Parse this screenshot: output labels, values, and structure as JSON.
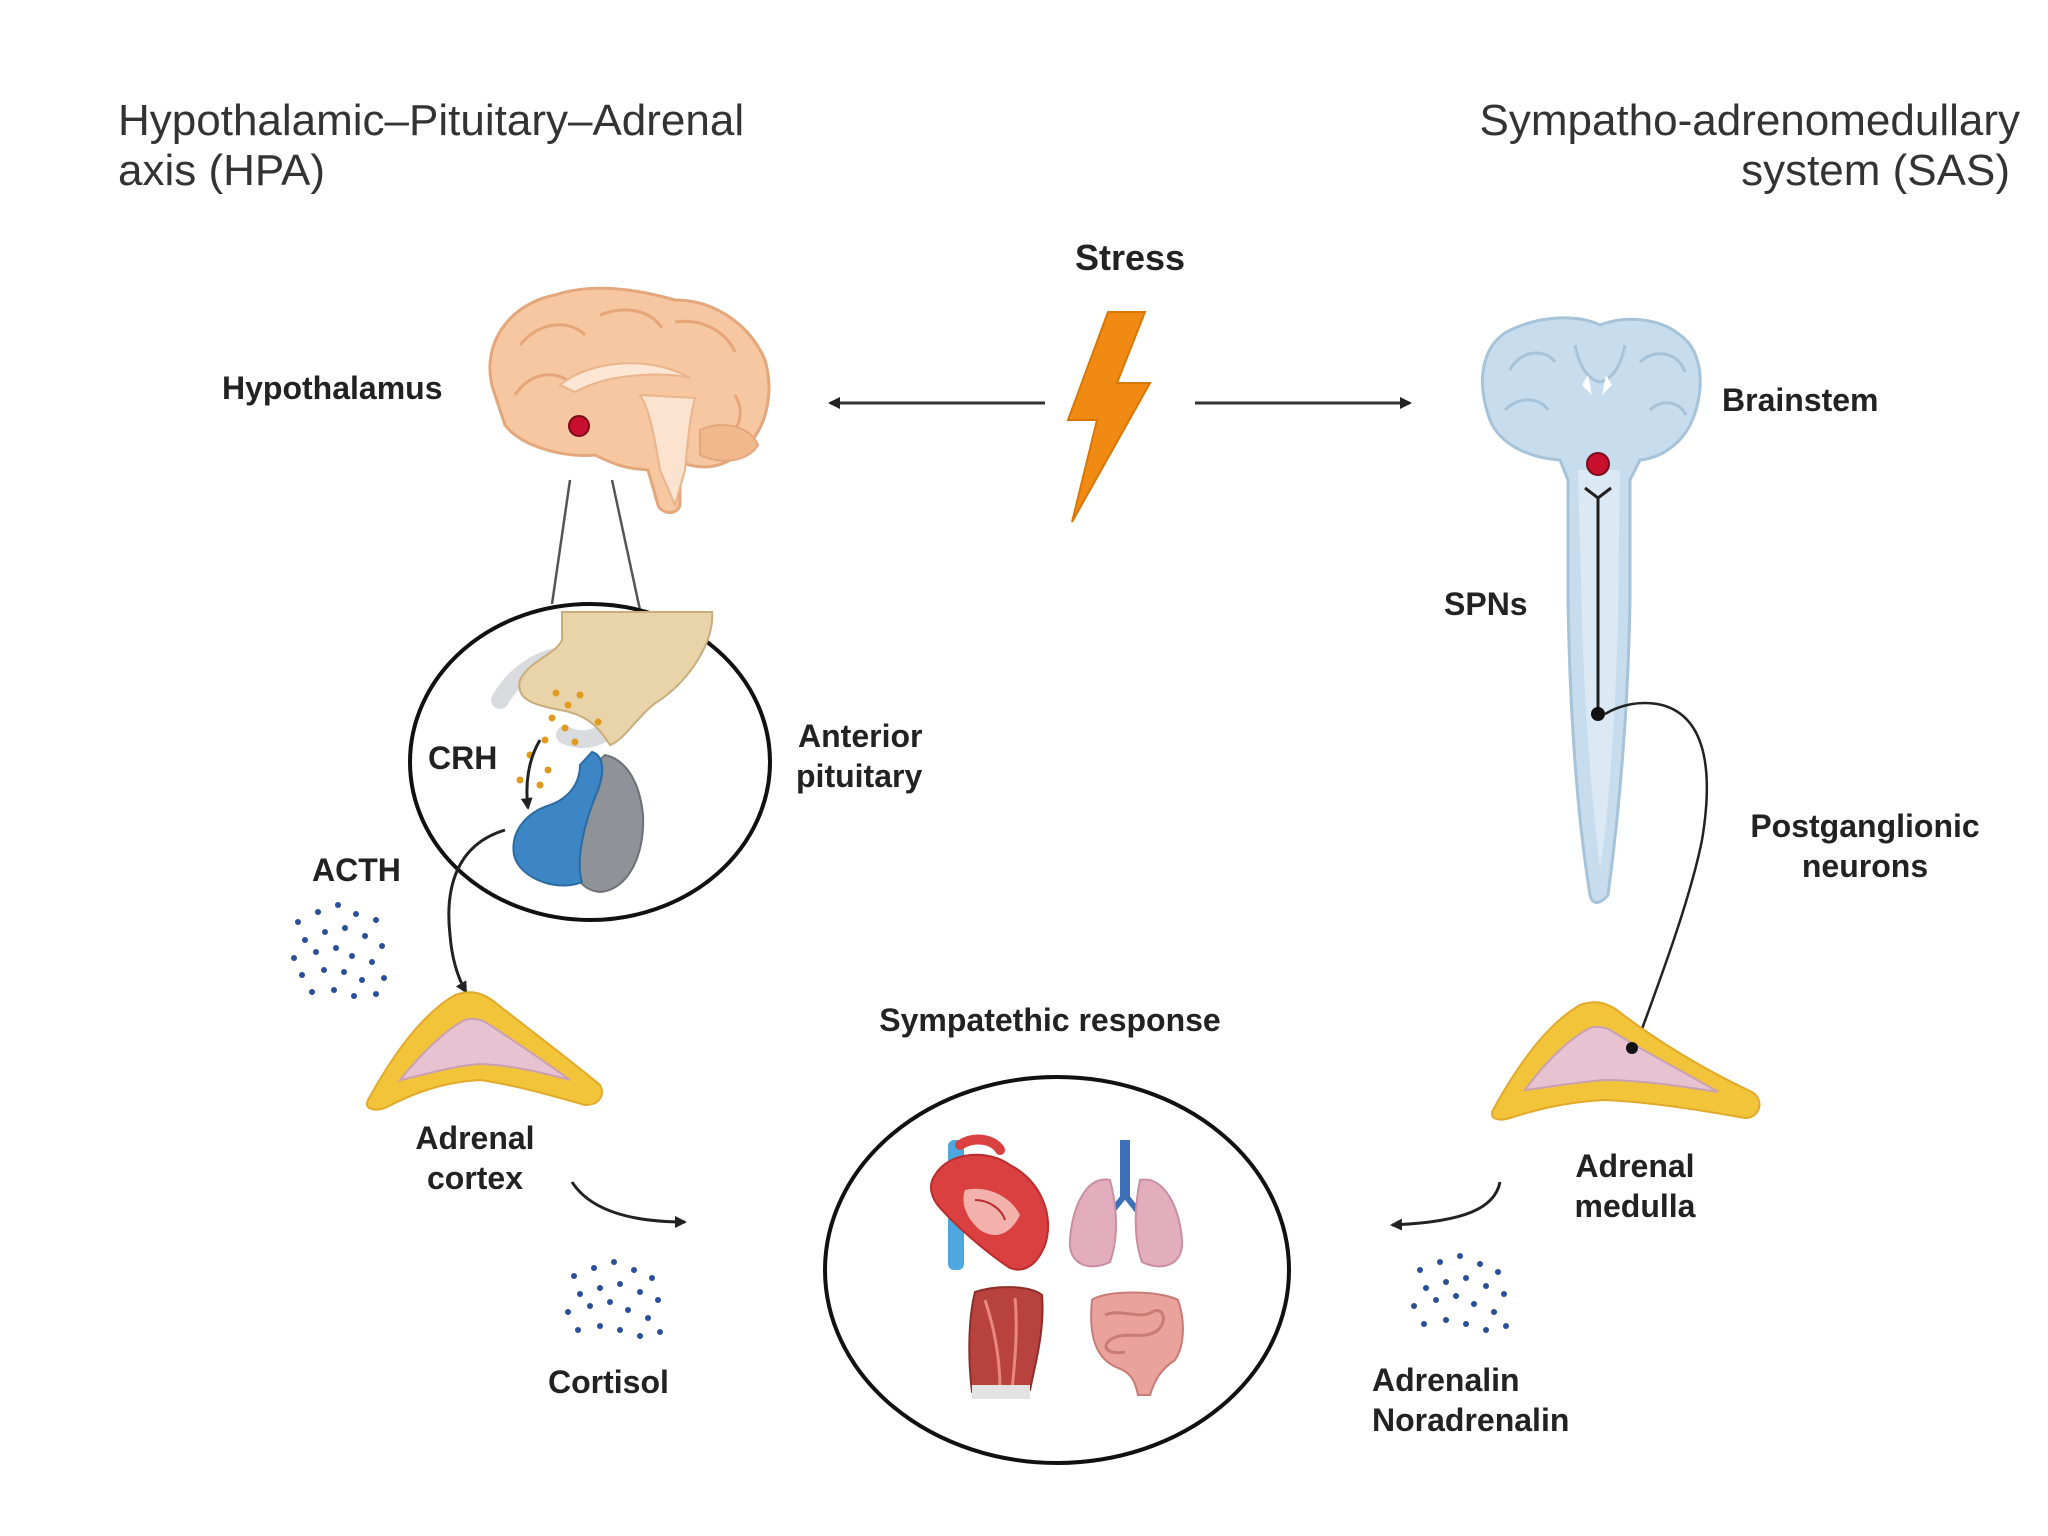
{
  "titles": {
    "hpa_line1": "Hypothalamic–Pituitary–Adrenal",
    "hpa_line2": "axis (HPA)",
    "sas_line1": "Sympatho-adrenomedullary",
    "sas_line2": "system (SAS)"
  },
  "labels": {
    "stress": "Stress",
    "hypothalamus": "Hypothalamus",
    "brainstem": "Brainstem",
    "crh": "CRH",
    "anterior_pituitary_line1": "Anterior",
    "anterior_pituitary_line2": "pituitary",
    "acth": "ACTH",
    "spns": "SPNs",
    "postganglionic_line1": "Postganglionic",
    "postganglionic_line2": "neurons",
    "sympathetic_response": "Sympatethic response",
    "adrenal_cortex_line1": "Adrenal",
    "adrenal_cortex_line2": "cortex",
    "adrenal_medulla_line1": "Adrenal",
    "adrenal_medulla_line2": "medulla",
    "cortisol": "Cortisol",
    "adrenalin": "Adrenalin",
    "noradrenalin": "Noradrenalin"
  },
  "colors": {
    "brain_hpa": "#f6c7a0",
    "brain_sas": "#c7dcec",
    "stress_bolt": "#f08a12",
    "hormone_dots": "#2a4f9a",
    "adrenal_outer": "#f2c43a",
    "adrenal_inner": "#e7c3d2",
    "pituitary_blue": "#3d86c6",
    "pituitary_grey": "#8f9296",
    "nucleus_red": "#c8102e",
    "heart": "#d9403f",
    "lungs": "#e2aebe",
    "muscle": "#b8423e",
    "intestine": "#e9a29c"
  }
}
